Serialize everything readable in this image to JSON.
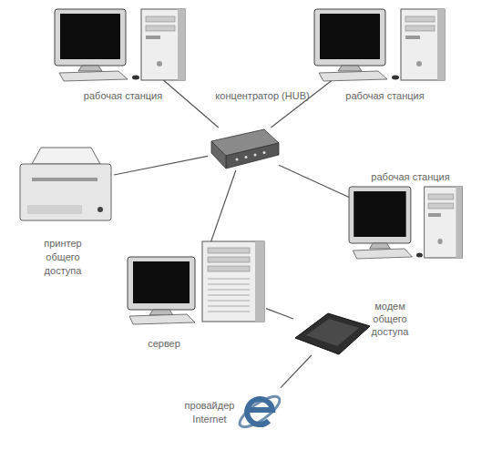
{
  "diagram": {
    "nodes": [
      {
        "text": [
          "рабочая станция"
        ]
      },
      {
        "text": [
          "концентратор (HUB)"
        ]
      },
      {
        "text": [
          "рабочая станция"
        ]
      },
      {
        "text": [
          "принтер общего доступа"
        ]
      },
      {
        "text": [
          "рабочая станция"
        ]
      },
      {
        "text": [
          "сервер"
        ]
      },
      {
        "text": [
          "модем общего доступа"
        ]
      },
      {
        "text": [
          "провайдер Internet"
        ]
      }
    ],
    "edges": [
      {
        "from": 1,
        "to": 0,
        "arrow": "none"
      },
      {
        "from": 1,
        "to": 2,
        "arrow": "none"
      },
      {
        "from": 1,
        "to": 3,
        "arrow": "none"
      },
      {
        "from": 1,
        "to": 4,
        "arrow": "none"
      },
      {
        "from": 1,
        "to": 5,
        "arrow": "none"
      },
      {
        "from": 5,
        "to": 6,
        "arrow": "none"
      },
      {
        "from": 6,
        "to": 7,
        "arrow": "none"
      }
    ]
  }
}
